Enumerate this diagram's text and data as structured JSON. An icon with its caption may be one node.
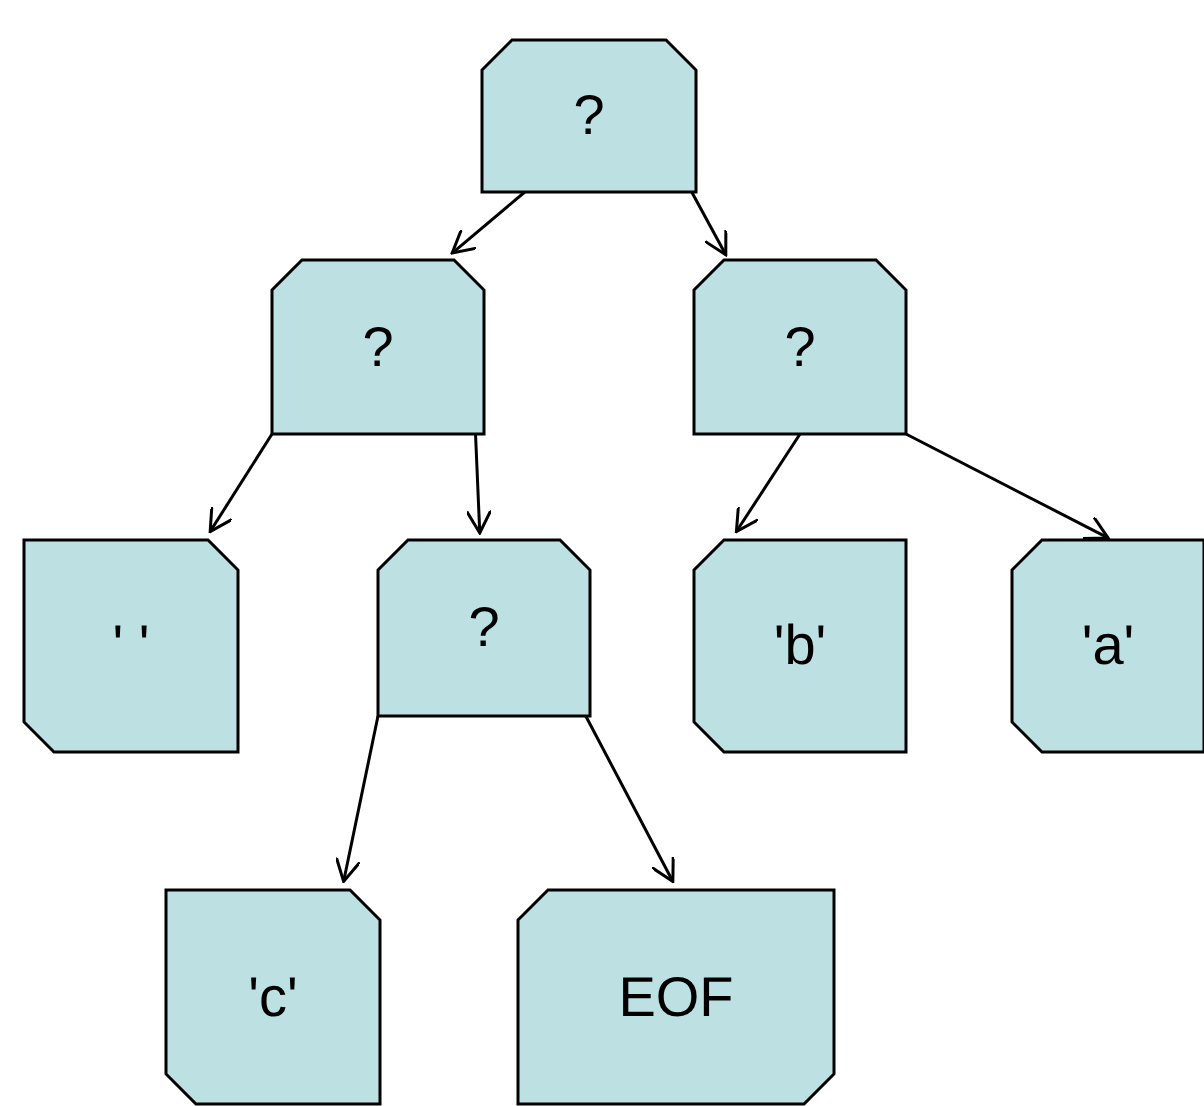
{
  "diagram": {
    "nodes": [
      {
        "text": [
          "?"
        ]
      },
      {
        "text": [
          "?"
        ]
      },
      {
        "text": [
          "?"
        ]
      },
      {
        "text": [
          "' '"
        ]
      },
      {
        "text": [
          "?"
        ]
      },
      {
        "text": [
          "'b'"
        ]
      },
      {
        "text": [
          "'a'"
        ]
      },
      {
        "text": [
          "'c'"
        ]
      },
      {
        "text": [
          "EOF"
        ]
      }
    ],
    "edges": [
      {
        "from": 0,
        "to": 1,
        "arrow": "to"
      },
      {
        "from": 0,
        "to": 2,
        "arrow": "to"
      },
      {
        "from": 1,
        "to": 3,
        "arrow": "to"
      },
      {
        "from": 1,
        "to": 4,
        "arrow": "to"
      },
      {
        "from": 2,
        "to": 5,
        "arrow": "to"
      },
      {
        "from": 2,
        "to": 6,
        "arrow": "to"
      },
      {
        "from": 4,
        "to": 7,
        "arrow": "to"
      },
      {
        "from": 4,
        "to": 8,
        "arrow": "to"
      }
    ]
  }
}
